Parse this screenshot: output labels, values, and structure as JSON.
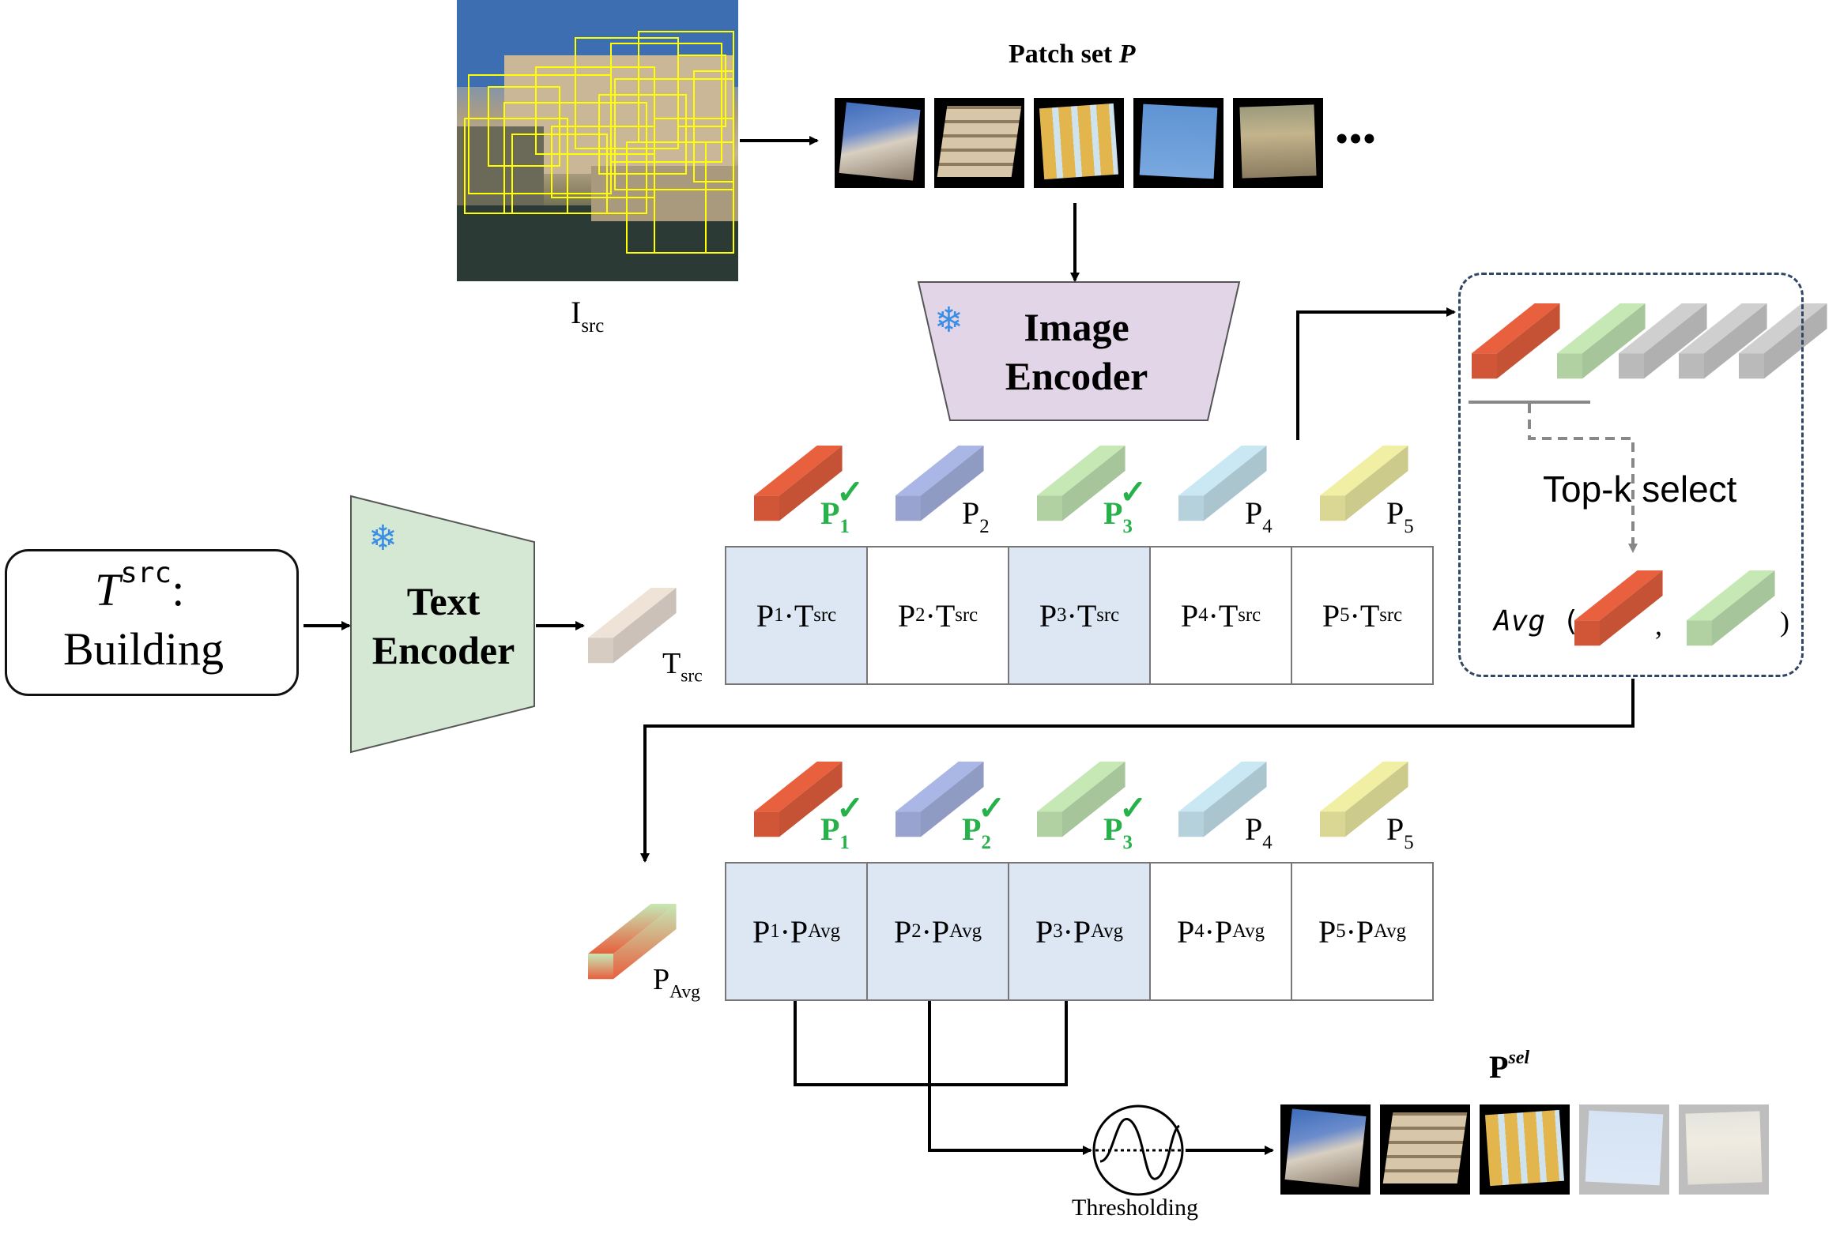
{
  "source_image": {
    "label_main": "I",
    "label_sub": "src"
  },
  "patch_set": {
    "title_prefix": "Patch set ",
    "title_var": "P",
    "ellipsis": "•••"
  },
  "image_encoder": {
    "line1": "Image",
    "line2": "Encoder",
    "frozen_icon": "snowflake-icon"
  },
  "text_encoder": {
    "line1": "Text",
    "line2": "Encoder",
    "frozen_icon": "snowflake-icon"
  },
  "text_input": {
    "symbol": "T",
    "sup": "src",
    "colon": ":",
    "class_name": "Building"
  },
  "text_embedding": {
    "label_main": "T",
    "label_sub": "src"
  },
  "patch_embeddings_top": [
    {
      "main": "P",
      "sub": "1",
      "checked": true,
      "color": "#e8603e"
    },
    {
      "main": "P",
      "sub": "2",
      "checked": false,
      "color": "#a9b6e6"
    },
    {
      "main": "P",
      "sub": "3",
      "checked": true,
      "color": "#c5e8b5"
    },
    {
      "main": "P",
      "sub": "4",
      "checked": false,
      "color": "#c9e8f3"
    },
    {
      "main": "P",
      "sub": "5",
      "checked": false,
      "color": "#f1efa3"
    }
  ],
  "similarity_text": [
    {
      "a": "P",
      "a_sub": "1",
      "dot": " · ",
      "b": "T",
      "b_sub": "src",
      "highlight": true
    },
    {
      "a": "P",
      "a_sub": "2",
      "dot": " · ",
      "b": "T",
      "b_sub": "src",
      "highlight": false
    },
    {
      "a": "P",
      "a_sub": "3",
      "dot": " · ",
      "b": "T",
      "b_sub": "src",
      "highlight": true
    },
    {
      "a": "P",
      "a_sub": "4",
      "dot": " · ",
      "b": "T",
      "b_sub": "src",
      "highlight": false
    },
    {
      "a": "P",
      "a_sub": "5",
      "dot": " · ",
      "b": "T",
      "b_sub": "src",
      "highlight": false
    }
  ],
  "topk_panel": {
    "label": "Top-k select",
    "avg_word": "Avg",
    "open_paren": "(",
    "comma": ",",
    "close_paren": ")"
  },
  "patch_embeddings_bottom": [
    {
      "main": "P",
      "sub": "1",
      "checked": true,
      "color": "#e8603e"
    },
    {
      "main": "P",
      "sub": "2",
      "checked": true,
      "color": "#a9b6e6"
    },
    {
      "main": "P",
      "sub": "3",
      "checked": true,
      "color": "#c5e8b5"
    },
    {
      "main": "P",
      "sub": "4",
      "checked": false,
      "color": "#c9e8f3"
    },
    {
      "main": "P",
      "sub": "5",
      "checked": false,
      "color": "#f1efa3"
    }
  ],
  "avg_embedding": {
    "label_main": "P",
    "label_sub": "Avg"
  },
  "similarity_avg": [
    {
      "a": "P",
      "a_sub": "1",
      "dot": " · ",
      "b": "P",
      "b_sub": "Avg",
      "highlight": true
    },
    {
      "a": "P",
      "a_sub": "2",
      "dot": " · ",
      "b": "P",
      "b_sub": "Avg",
      "highlight": true
    },
    {
      "a": "P",
      "a_sub": "3",
      "dot": " · ",
      "b": "P",
      "b_sub": "Avg",
      "highlight": true
    },
    {
      "a": "P",
      "a_sub": "4",
      "dot": " · ",
      "b": "P",
      "b_sub": "Avg",
      "highlight": false
    },
    {
      "a": "P",
      "a_sub": "5",
      "dot": " · ",
      "b": "P",
      "b_sub": "Avg",
      "highlight": false
    }
  ],
  "thresholding": {
    "label": "Thresholding"
  },
  "selected_set": {
    "label_main": "P",
    "label_sup": "sel"
  },
  "checkmark": "✓",
  "colors": {
    "red": "#e8603e",
    "green": "#c5e8b5",
    "gray": "#cfcfcf",
    "check": "#27b14b",
    "highlight": "#dce7f3",
    "panel_border": "#2f4666"
  }
}
